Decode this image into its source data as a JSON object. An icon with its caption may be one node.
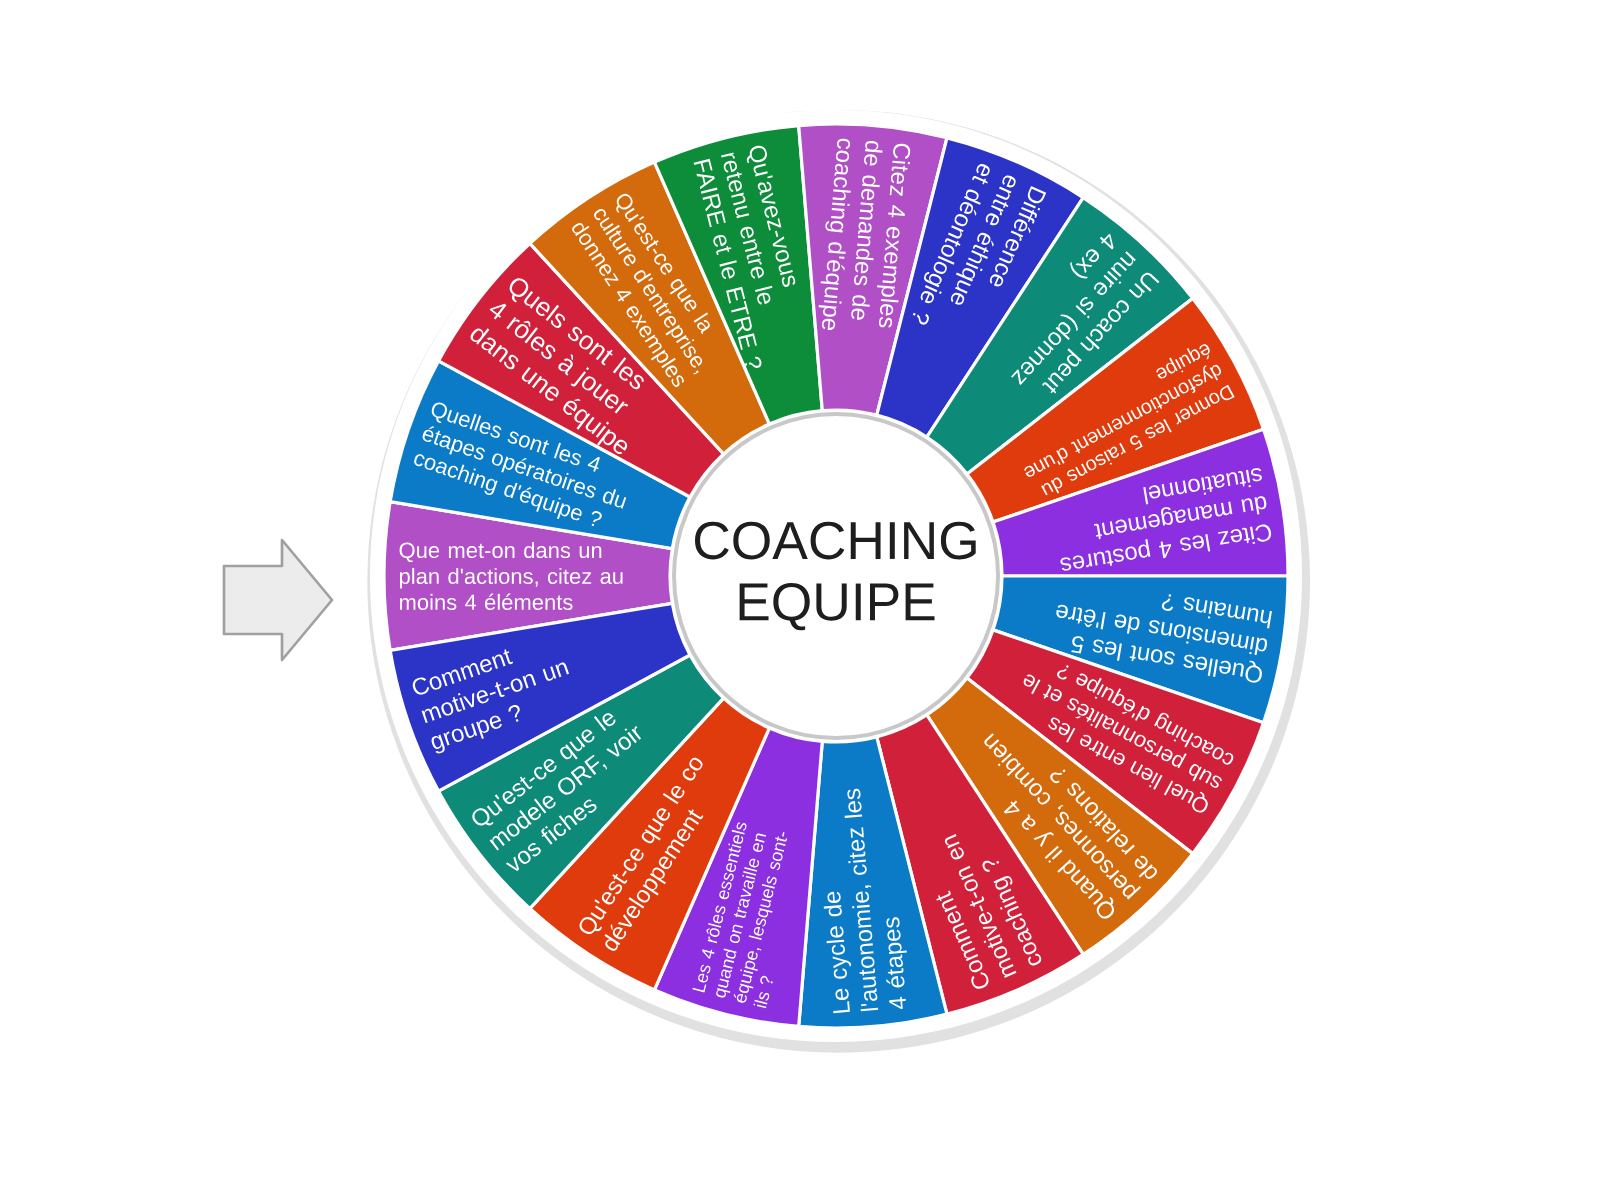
{
  "diagram": {
    "nodes": [
      {
        "text": [
          "COACHING EQUIPE"
        ]
      },
      {
        "text": [
          "Que met-on dans un plan d'actions, citez au moins 4 éléments"
        ]
      },
      {
        "text": [
          "Quelles sont les 4 étapes opératoires du coaching d'équipe ?"
        ]
      },
      {
        "text": [
          "Quels sont les 4 rôles à jouer dans une équipe"
        ]
      },
      {
        "text": [
          "Qu'est-ce que la culture d'entreprise, donnez 4 exemples"
        ]
      },
      {
        "text": [
          "Qu'avez-vous retenu entre le FAIRE et le ETRE ?"
        ]
      },
      {
        "text": [
          "Citez 4 exemples de demandes de coaching d'équipe"
        ]
      },
      {
        "text": [
          "Différence entre éthique et déontologie ?"
        ]
      },
      {
        "text": [
          "Un coach peut nuire si (donnez 4 ex)"
        ]
      },
      {
        "text": [
          "Donner les 5 raisons du dysfonctionnement d'une équipe"
        ]
      },
      {
        "text": [
          "Citez les 4 postures du management situationnel"
        ]
      },
      {
        "text": [
          "Quelles sont les 5 dimensions de l'être humains ?"
        ]
      },
      {
        "text": [
          "Quel lien entre les sub personnalités et le coaching d'équipe ?"
        ]
      },
      {
        "text": [
          "Quand il y a 4 personnes, combien de relations ?"
        ]
      },
      {
        "text": [
          "Comment motive-t-on en coaching ?"
        ]
      },
      {
        "text": [
          "Le cycle de l'autonomie, citez les 4 étapes"
        ]
      },
      {
        "text": [
          "Les 4 rôles essentiels quand on travaille en équipe, lesquels sont-ils ?"
        ]
      },
      {
        "text": [
          "Qu'est-ce que le co développement"
        ]
      },
      {
        "text": [
          "Qu'est-ce que le modele ORF, voir vos fiches"
        ]
      },
      {
        "text": [
          "Comment motive-t-on un groupe ?"
        ]
      }
    ]
  }
}
